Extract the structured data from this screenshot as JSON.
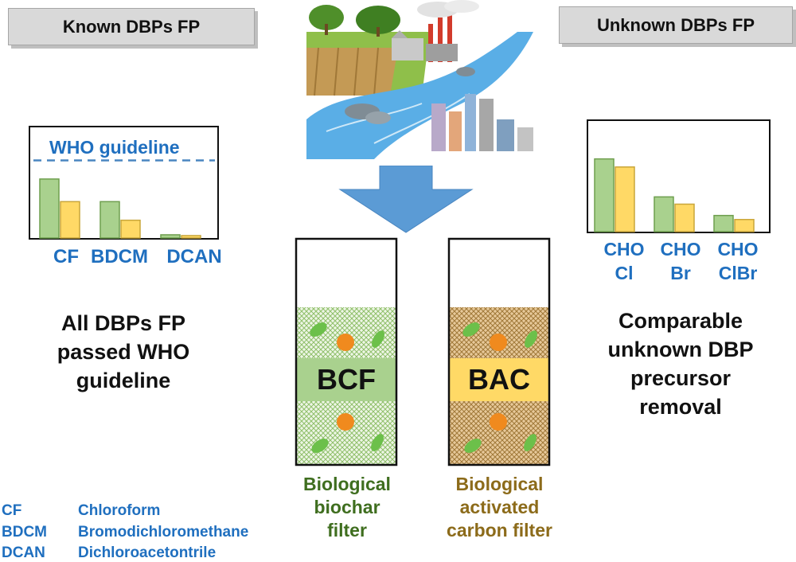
{
  "left": {
    "tag": "Known DBPs FP",
    "guideline": "WHO guideline",
    "chart_labels": [
      "CF",
      "BDCM",
      "DCAN"
    ],
    "conclusion": [
      "All DBPs FP",
      "passed WHO",
      "guideline"
    ]
  },
  "right": {
    "tag": "Unknown DBPs FP",
    "chart_labels": [
      [
        "CHO",
        "Cl"
      ],
      [
        "CHO",
        "Br"
      ],
      [
        "CHO",
        "ClBr"
      ]
    ],
    "conclusion": [
      "Comparable",
      "unknown DBP",
      "precursor",
      "removal"
    ]
  },
  "filters": {
    "bcf": {
      "label": "BCF",
      "name": [
        "Biological",
        "biochar",
        "filter"
      ]
    },
    "bac": {
      "label": "BAC",
      "name": [
        "Biological",
        "activated",
        "carbon filter"
      ]
    }
  },
  "legend": [
    {
      "abbr": "CF",
      "full": "Chloroform"
    },
    {
      "abbr": "BDCM",
      "full": "Bromodichloromethane"
    },
    {
      "abbr": "DCAN",
      "full": "Dichloroacetontrile"
    }
  ],
  "colors": {
    "bcf_series": "#a9d18e",
    "bac_series": "#ffd966",
    "label_blue": "#1f6fbf",
    "arrow": "#5b9bd5"
  },
  "chart_data": [
    {
      "type": "bar",
      "categories": [
        "CF",
        "BDCM",
        "DCAN"
      ],
      "series": [
        {
          "values": [
            73,
            45,
            4
          ]
        },
        {
          "values": [
            45,
            22,
            3
          ]
        }
      ],
      "ylim": [
        0,
        130
      ],
      "reference_line": {
        "label": "WHO guideline",
        "value": 96
      }
    },
    {
      "type": "bar",
      "categories": [
        "CHO Cl",
        "CHO Br",
        "CHO ClBr"
      ],
      "series": [
        {
          "values": [
            90,
            43,
            20
          ]
        },
        {
          "values": [
            80,
            34,
            15
          ]
        }
      ],
      "ylim": [
        0,
        130
      ]
    }
  ]
}
